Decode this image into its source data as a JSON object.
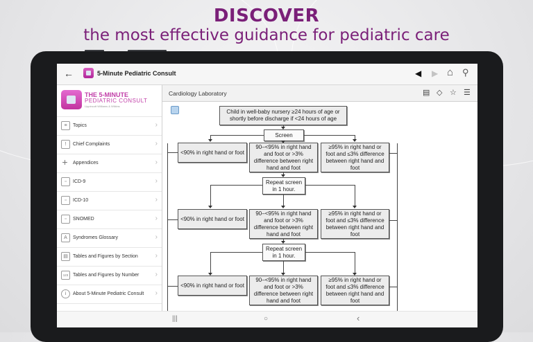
{
  "promo": {
    "headline": "DISCOVER",
    "subheadline": "the most effective guidance for pediatric care",
    "accent_color": "#7a1f78"
  },
  "appbar": {
    "back_icon": "arrow-left-icon",
    "app_title": "5-Minute Pediatric Consult",
    "icons": [
      "prev-triangle-icon",
      "next-triangle-icon",
      "home-icon",
      "search-icon"
    ],
    "glyphs": {
      "back": "←",
      "prev": "◀",
      "next": "▶",
      "home": "⌂",
      "search": "⚲"
    }
  },
  "sidebar": {
    "logo": {
      "line1": "THE 5-MINUTE",
      "line2": "PEDIATRIC CONSULT",
      "publisher": "Lippincott Williams & Wilkins"
    },
    "items": [
      {
        "label": "Topics",
        "icon": "list-icon",
        "glyph": "≡"
      },
      {
        "label": "Chief Complaints",
        "icon": "speech-bubble-icon",
        "glyph": "!"
      },
      {
        "label": "Appendices",
        "icon": "plus-icon",
        "glyph": "+"
      },
      {
        "label": "ICD-9",
        "icon": "clipboard-icon",
        "glyph": "▫"
      },
      {
        "label": "ICD-10",
        "icon": "clipboard-icon",
        "glyph": "▫"
      },
      {
        "label": "SNOMED",
        "icon": "clipboard-icon",
        "glyph": "▫"
      },
      {
        "label": "Syndromes Glossary",
        "icon": "book-icon",
        "glyph": "A"
      },
      {
        "label": "Tables and Figures by Section",
        "icon": "table-icon",
        "glyph": "▤"
      },
      {
        "label": "Tables and Figures by Number",
        "icon": "number-icon",
        "glyph": "123"
      },
      {
        "label": "About 5-Minute Pediatric Consult",
        "icon": "info-icon",
        "glyph": "i"
      }
    ],
    "chevron": "›"
  },
  "content": {
    "title": "Cardiology Laboratory",
    "tool_icons": [
      "notes-icon",
      "tag-icon",
      "star-icon",
      "list-sort-icon"
    ],
    "tool_glyphs": [
      "▤",
      "◇",
      "☆",
      "☰"
    ],
    "flowchart": {
      "start": "Child in well-baby nursery ≥24 hours of age or shortly before discharge if <24 hours of age",
      "screen": "Screen",
      "repeat": "Repeat screen in 1 hour.",
      "outcomes": {
        "low": "<90% in right hand or foot",
        "mid": "90–<95% in right hand and foot or >3% difference between right hand and foot",
        "high": "≥95% in right hand or foot and ≤3% difference between right hand and foot"
      }
    }
  },
  "system_nav": {
    "recents": "|||",
    "home": "○",
    "back": "‹"
  }
}
